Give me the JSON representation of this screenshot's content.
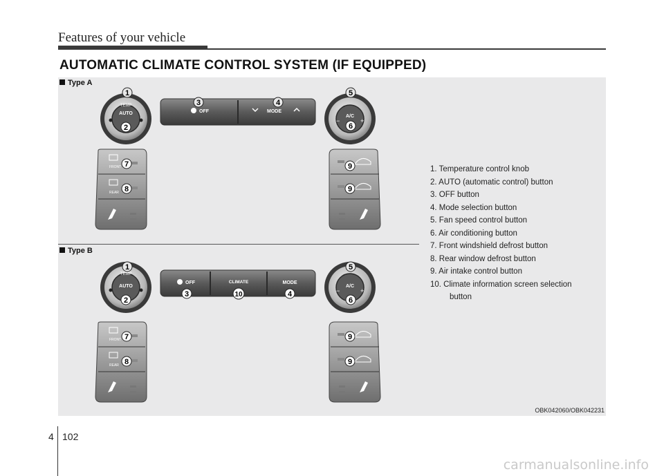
{
  "header": {
    "title": "Features of your vehicle"
  },
  "section_title": "AUTOMATIC CLIMATE CONTROL SYSTEM (IF EQUIPPED)",
  "type_a": {
    "label": "Type A",
    "knob_left": {
      "arc": "TEMP",
      "center": "AUTO"
    },
    "knob_right": {
      "center": "A/C",
      "minus": "−",
      "plus": "+"
    },
    "off_label": "OFF",
    "mode_label": "MODE",
    "front_label": "FRONT",
    "rear_label": "REAR",
    "callouts": {
      "c1": "1",
      "c2": "2",
      "c3": "3",
      "c4": "4",
      "c5": "5",
      "c6": "6",
      "c7": "7",
      "c8": "8",
      "c9a": "9",
      "c9b": "9"
    }
  },
  "type_b": {
    "label": "Type B",
    "knob_left": {
      "arc": "TEMP",
      "center": "AUTO"
    },
    "knob_right": {
      "center": "A/C",
      "minus": "−",
      "plus": "+"
    },
    "off_label": "OFF",
    "climate_label": "CLIMATE",
    "mode_label": "MODE",
    "front_label": "FRONT",
    "rear_label": "REAR",
    "callouts": {
      "c1": "1",
      "c2": "2",
      "c3": "3",
      "c10": "10",
      "c4": "4",
      "c5": "5",
      "c6": "6",
      "c7": "7",
      "c8": "8",
      "c9a": "9",
      "c9b": "9"
    }
  },
  "legend": [
    "1. Temperature control knob",
    "2. AUTO (automatic control) button",
    "3. OFF button",
    "4. Mode selection button",
    "5. Fan speed control button",
    "6. Air conditioning button",
    "7. Front windshield defrost button",
    "8. Rear window defrost button",
    "9. Air intake control button",
    "10. Climate information screen selection",
    "button"
  ],
  "figure_code": "OBK042060/OBK042231",
  "footer": {
    "chapter": "4",
    "page": "102"
  },
  "watermark": "carmanualsonline.info"
}
